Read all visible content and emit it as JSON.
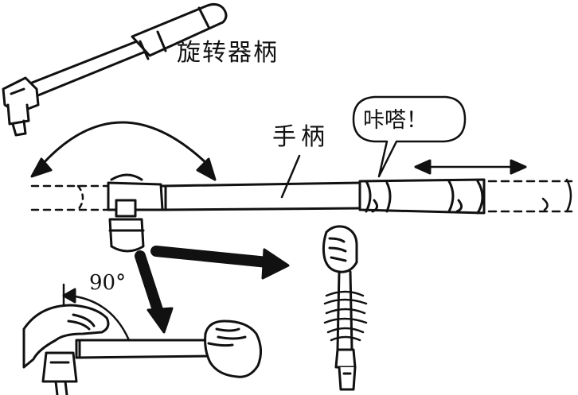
{
  "labels": {
    "rotator": "旋转器柄",
    "handle": "手柄",
    "click_sound": "咔嗒！",
    "angle": "90°"
  },
  "colors": {
    "ink": "#111111",
    "paper": "#ffffff"
  }
}
